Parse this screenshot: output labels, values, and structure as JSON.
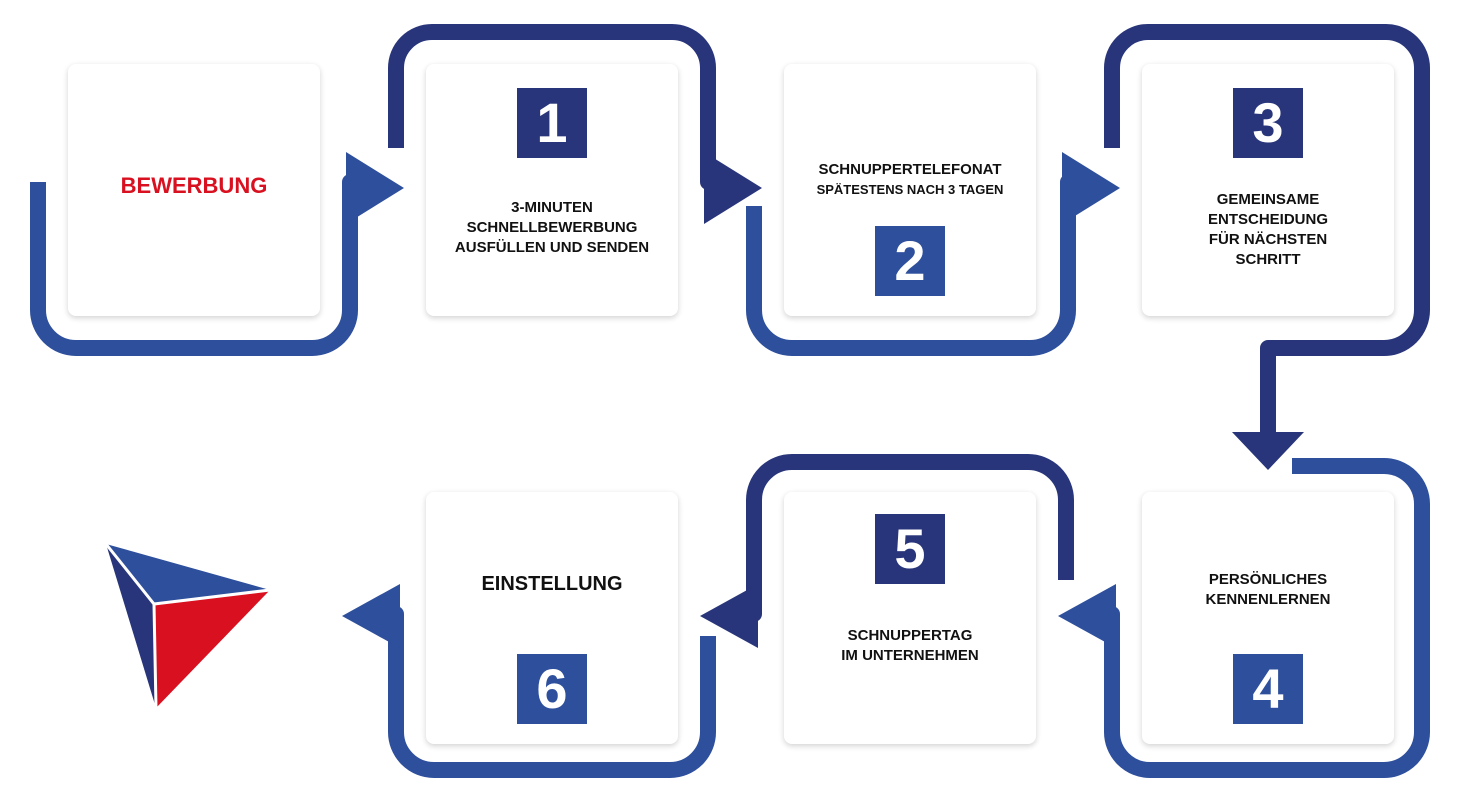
{
  "colors": {
    "dark_blue": "#28357a",
    "light_blue": "#2d4f9c",
    "red": "#d8101f",
    "text": "#111111"
  },
  "start": {
    "label": "BEWERBUNG"
  },
  "steps": [
    {
      "number": "1",
      "text": "3-MINUTEN\nSCHNELLBEWERBUNG\nAUSFÜLLEN UND SENDEN"
    },
    {
      "number": "2",
      "title": "SCHNUPPERTELEFONAT",
      "subtitle": "SPÄTESTENS NACH 3 TAGEN"
    },
    {
      "number": "3",
      "text": "GEMEINSAME\nENTSCHEIDUNG\nFÜR NÄCHSTEN\nSCHRITT"
    },
    {
      "number": "4",
      "text": "PERSÖNLICHES\nKENNENLERNEN"
    },
    {
      "number": "5",
      "text": "SCHNUPPERTAG\nIM UNTERNEHMEN"
    },
    {
      "number": "6",
      "text": "EINSTELLUNG"
    }
  ],
  "logo": {
    "icon": "triangle-logo-icon"
  }
}
